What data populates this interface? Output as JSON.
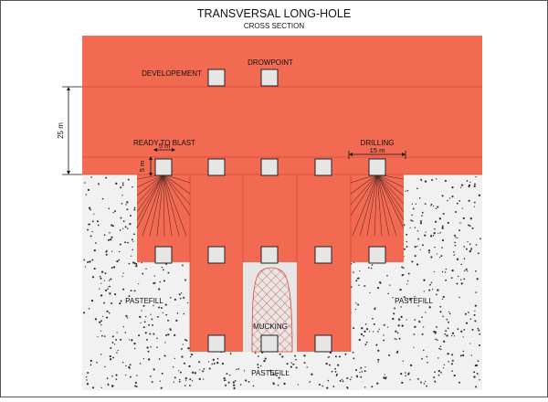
{
  "title": "TRANSVERSAL LONG-HOLE",
  "subtitle": "CROSS SECTION",
  "labels": {
    "developement": "DEVELOPEMENT",
    "drowpoint": "DROWPOINT",
    "ready_to_blast": "READY TO BLAST",
    "drilling": "DRILLING",
    "mucking": "MUCKING",
    "pastefill_left": "PASTEFILL",
    "pastefill_right": "PASTEFILL",
    "pastefill_bottom": "PASTEFILL"
  },
  "dimensions": {
    "height": "25 m",
    "drift_width": "5 m",
    "drift_height": "5 m",
    "drilling_width": "15 m"
  },
  "colors": {
    "ore": "#f26a52",
    "ore_line": "#d9473a",
    "drift": "#e6e6e6",
    "fill_bg": "#f1f1f1",
    "dots": "#333333"
  }
}
